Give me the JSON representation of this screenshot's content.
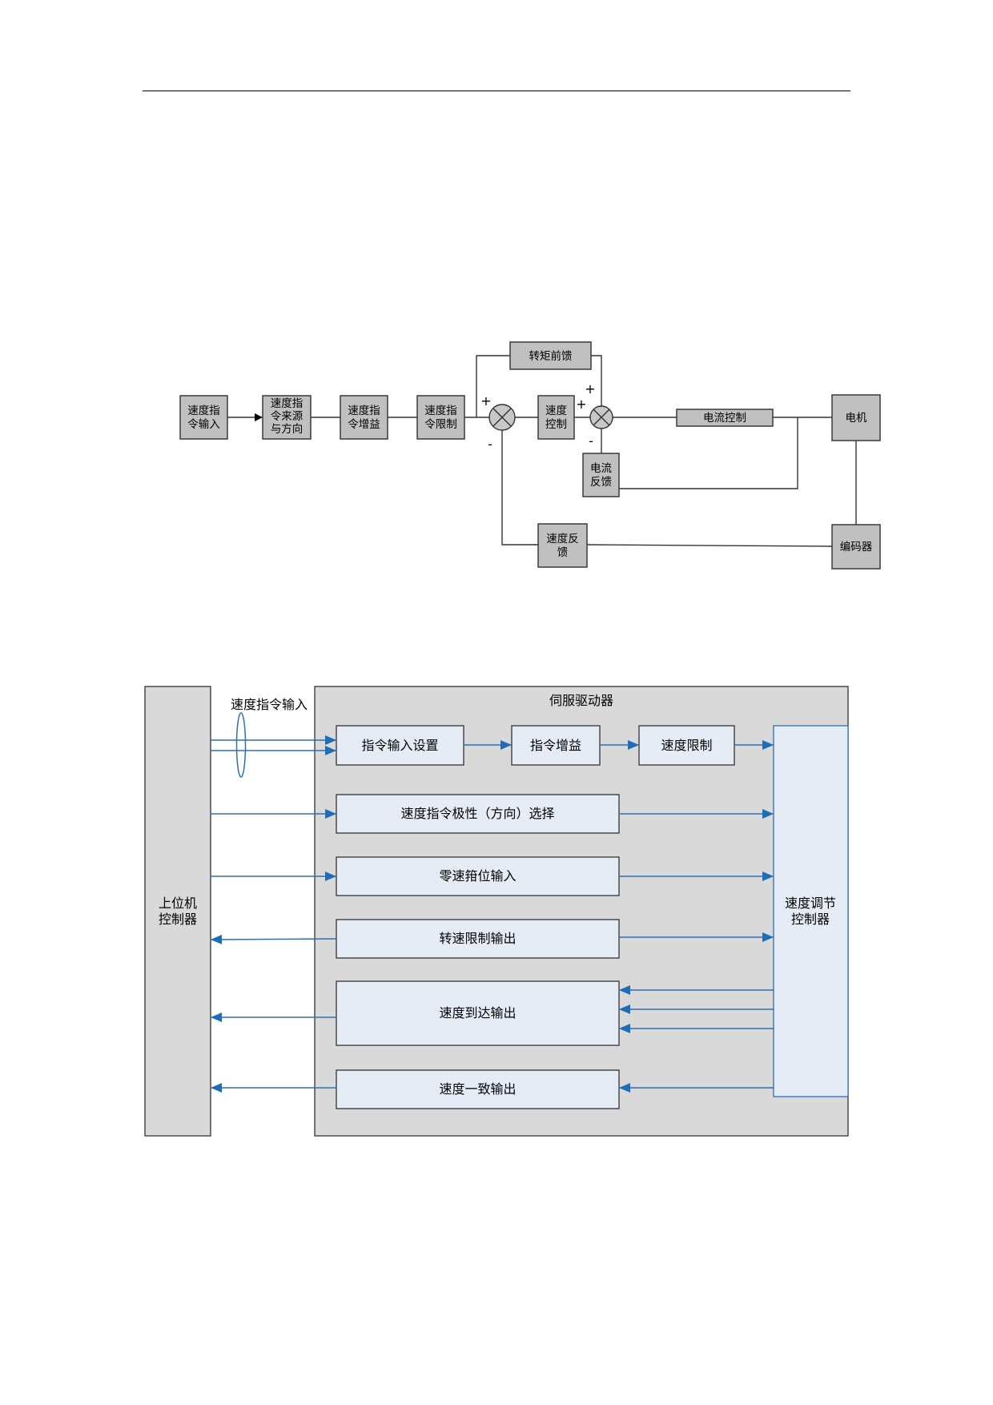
{
  "diagram1": {
    "blocks": {
      "speed_cmd_input": [
        "速度指",
        "令输入"
      ],
      "speed_cmd_source": [
        "速度指",
        "令来源",
        "与方向"
      ],
      "speed_cmd_gain": [
        "速度指",
        "令增益"
      ],
      "speed_cmd_limit": [
        "速度指",
        "令限制"
      ],
      "torque_feedforward": "转矩前馈",
      "speed_control": [
        "速度",
        "控制"
      ],
      "current_control": "电流控制",
      "motor": "电机",
      "current_feedback": [
        "电流",
        "反馈"
      ],
      "speed_feedback": [
        "速度反",
        "馈"
      ],
      "encoder": "编码器"
    },
    "signs": {
      "sum1_plus": "+",
      "sum1_minus": "-",
      "sum2_plus_top": "+",
      "sum2_plus_left": "+",
      "sum2_minus": "-"
    }
  },
  "diagram2": {
    "host_controller": [
      "上位机",
      "控制器"
    ],
    "speed_cmd_input_label": "速度指令输入",
    "servo_drive_title": "伺服驱动器",
    "cmd_input_setting": "指令输入设置",
    "cmd_gain": "指令增益",
    "speed_limit": "速度限制",
    "polarity_select": "速度指令极性（方向）选择",
    "zero_clamp_input": "零速箝位输入",
    "speed_limit_output": "转速限制输出",
    "speed_reached_output": "速度到达输出",
    "speed_coincide_output": "速度一致输出",
    "speed_regulator": [
      "速度调节",
      "控制器"
    ]
  }
}
